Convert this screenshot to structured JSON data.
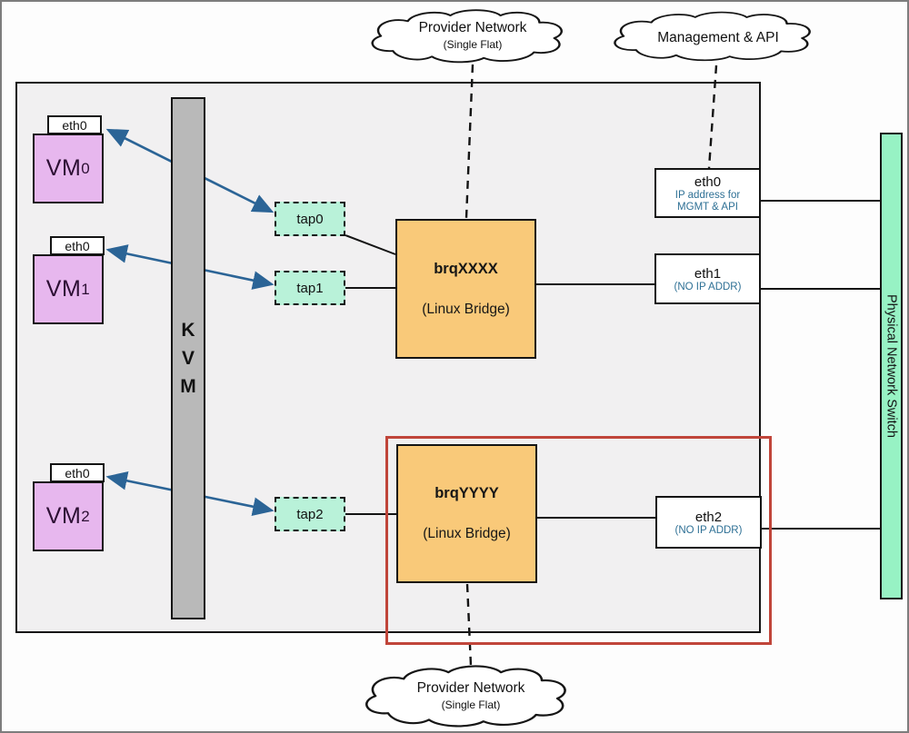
{
  "colors": {
    "vm-fill": "#e7b7ee",
    "tap-fill": "#b9f2d9",
    "bridge-fill": "#f9c979",
    "switch-fill": "#97f2c4",
    "kvm-fill": "#b9b9b9",
    "highlight-red": "#c0453a",
    "arrow-blue": "#2b6496",
    "note-blue": "#2e7095"
  },
  "clouds": {
    "provider_top": {
      "title": "Provider Network",
      "subtitle": "(Single Flat)"
    },
    "management": {
      "title": "Management & API"
    },
    "provider_bottom": {
      "title": "Provider Network",
      "subtitle": "(Single Flat)"
    }
  },
  "kvm": {
    "letters": [
      "K",
      "V",
      "M"
    ]
  },
  "vms": [
    {
      "label": "VM",
      "sub": "0",
      "nic": "eth0"
    },
    {
      "label": "VM",
      "sub": "1",
      "nic": "eth0"
    },
    {
      "label": "VM",
      "sub": "2",
      "nic": "eth0"
    }
  ],
  "taps": [
    {
      "label": "tap0"
    },
    {
      "label": "tap1"
    },
    {
      "label": "tap2"
    }
  ],
  "bridges": [
    {
      "name": "brqXXXX",
      "type": "(Linux Bridge)"
    },
    {
      "name": "brqYYYY",
      "type": "(Linux Bridge)"
    }
  ],
  "host_nics": [
    {
      "name": "eth0",
      "note": "IP address for MGMT & API"
    },
    {
      "name": "eth1",
      "note": "(NO IP ADDR)"
    },
    {
      "name": "eth2",
      "note": "(NO IP ADDR)"
    }
  ],
  "switch": {
    "label": "Physical Network Switch"
  }
}
